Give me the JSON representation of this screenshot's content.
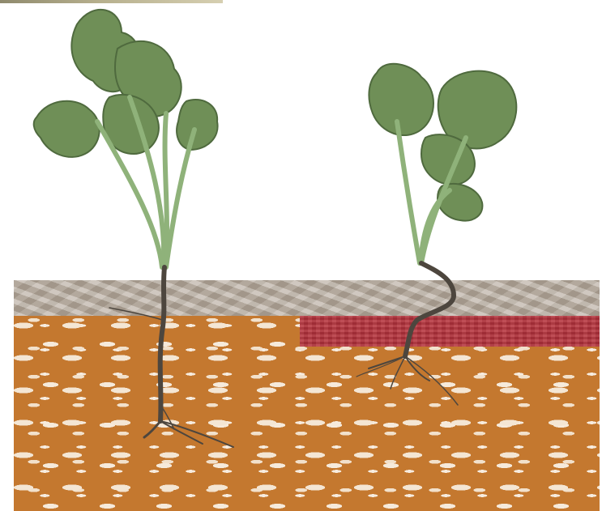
{
  "scene": {
    "description_free": true,
    "layers": [
      {
        "id": "topsoil",
        "color": "#b9aea1"
      },
      {
        "id": "subsoil",
        "color": "#c4782f"
      },
      {
        "id": "hardpan",
        "color": "#b6333d"
      }
    ],
    "plant_colors": {
      "leaf": "#6f8f57",
      "leaf_vein": "#b9cba6",
      "stem": "#8fb27a",
      "root": "#4d463e"
    }
  }
}
